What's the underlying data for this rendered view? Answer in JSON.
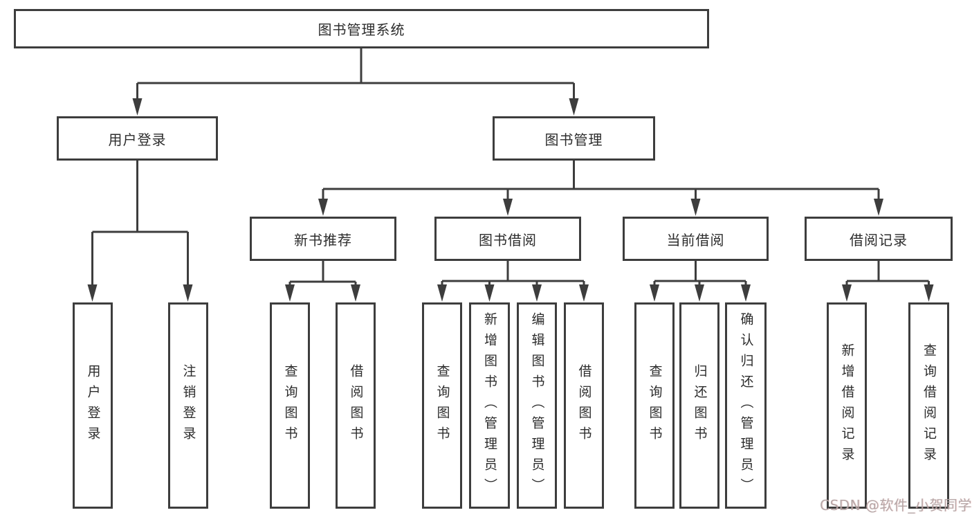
{
  "tree": {
    "label": "图书管理系统",
    "children": [
      {
        "label": "用户登录",
        "children": [
          {
            "label": "用户登录"
          },
          {
            "label": "注销登录"
          }
        ]
      },
      {
        "label": "图书管理",
        "children": [
          {
            "label": "新书推荐",
            "children": [
              {
                "label": "查询图书"
              },
              {
                "label": "借阅图书"
              }
            ]
          },
          {
            "label": "图书借阅",
            "children": [
              {
                "label": "查询图书"
              },
              {
                "label": "新增图书（管理员）"
              },
              {
                "label": "编辑图书（管理员）"
              },
              {
                "label": "借阅图书"
              }
            ]
          },
          {
            "label": "当前借阅",
            "children": [
              {
                "label": "查询图书"
              },
              {
                "label": "归还图书"
              },
              {
                "label": "确认归还（管理员）"
              }
            ]
          },
          {
            "label": "借阅记录",
            "children": [
              {
                "label": "新增借阅记录"
              },
              {
                "label": "查询借阅记录"
              }
            ]
          }
        ]
      }
    ]
  },
  "watermark": {
    "text": "CSDN @软件_小贺同学"
  },
  "colors": {
    "line": "#3d3d3d",
    "border": "#3d3d3d",
    "text": "#2c2c2c",
    "watermark": "#b2a4a4",
    "background": "#ffffff"
  }
}
